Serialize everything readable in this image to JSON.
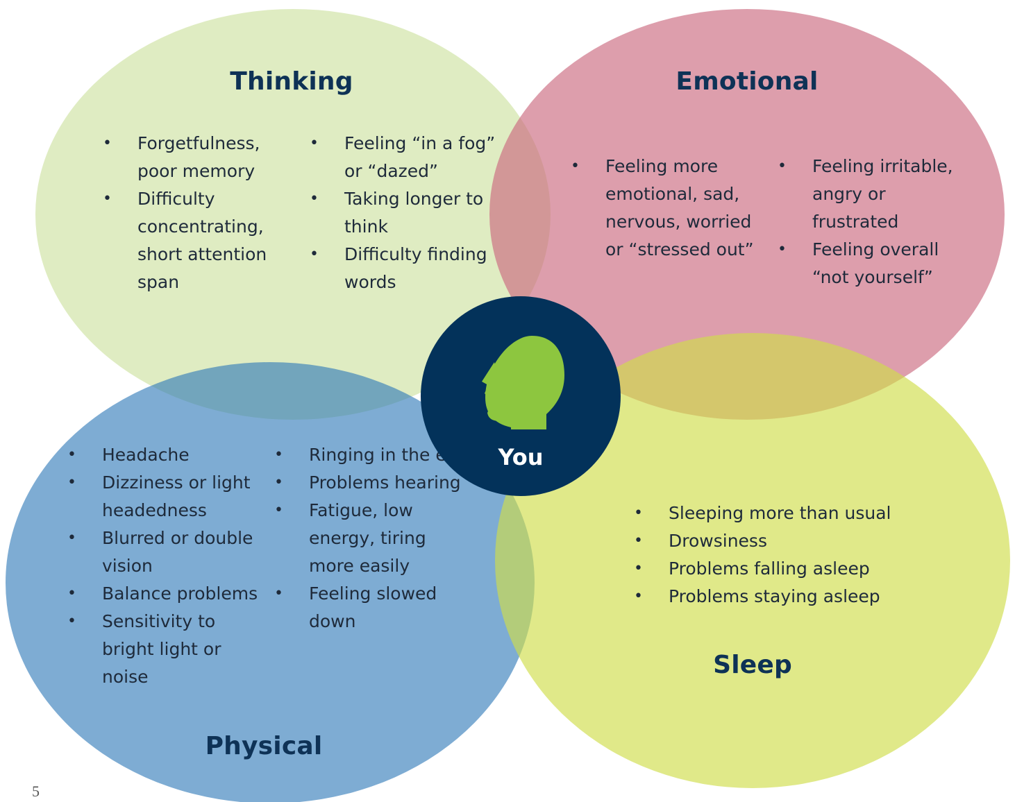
{
  "circles": {
    "thinking": {
      "title": "Thinking",
      "color": "#c9df9a",
      "left": [
        "Forgetfulness, poor memory",
        "Difficulty concentrating, short attention span"
      ],
      "right": [
        "Feeling “in a fog” or “dazed”",
        "Taking longer to think",
        "Difficulty finding words"
      ]
    },
    "emotional": {
      "title": "Emotional",
      "color": "#cb6a7f",
      "left": [
        "Feeling more emotional, sad, nervous, worried or “stressed out”"
      ],
      "right": [
        "Feeling irritable, angry or frustrated",
        "Feeling overall “not yourself”"
      ]
    },
    "physical": {
      "title": "Physical",
      "color": "#2f79b8",
      "left": [
        "Headache",
        "Dizziness or light headedness",
        "Blurred or double vision",
        "Balance problems",
        "Sensitivity to bright light or noise"
      ],
      "right": [
        "Ringing in the ears",
        "Problems hearing",
        "Fatigue, low energy, tiring more easily",
        "Feeling slowed down"
      ]
    },
    "sleep": {
      "title": "Sleep",
      "color": "#cfdd4a",
      "items": [
        "Sleeping more than usual",
        "Drowsiness",
        "Problems falling asleep",
        "Problems staying asleep"
      ]
    }
  },
  "center": {
    "label": "You",
    "icon": "head-profile-icon",
    "color": "#03325a",
    "icon_color": "#8dc63f"
  },
  "page_number": "5"
}
